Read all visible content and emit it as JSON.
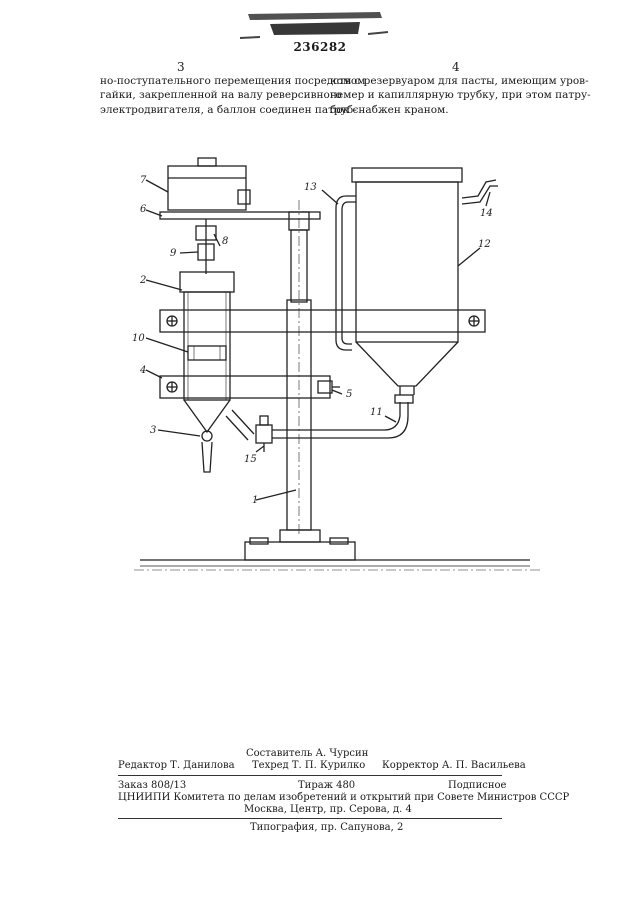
{
  "header": {
    "patent_number": "236282",
    "col_left_number": "3",
    "col_right_number": "4"
  },
  "text": {
    "left_lines": [
      "но-поступательного перемещения посредством",
      "гайки, закрепленной на валу реверсивного",
      "электродвигателя, а баллон соединен патруб-"
    ],
    "right_lines": [
      "ком с резервуаром для пасты, имеющим уров-",
      "немер и капиллярную трубку, при этом патру-",
      "бок снабжен краном."
    ]
  },
  "figure": {
    "labels": [
      "1",
      "2",
      "3",
      "4",
      "5",
      "6",
      "7",
      "8",
      "9",
      "10",
      "11",
      "12",
      "13",
      "14",
      "15"
    ]
  },
  "imprint": {
    "compiler": "Составитель А. Чурсин",
    "editor": "Редактор Т. Данилова",
    "techred": "Техред Т. П. Курилко",
    "corrector": "Корректор А. П. Васильева",
    "order": "Заказ 808/13",
    "circulation": "Тираж 480",
    "subscription": "Подписное",
    "org": "ЦНИИПИ Комитета по делам изобретений и открытий при Совете Министров СССР",
    "address": "Москва, Центр, пр. Серова, д. 4",
    "printing": "Типография, пр. Сапунова, 2"
  }
}
